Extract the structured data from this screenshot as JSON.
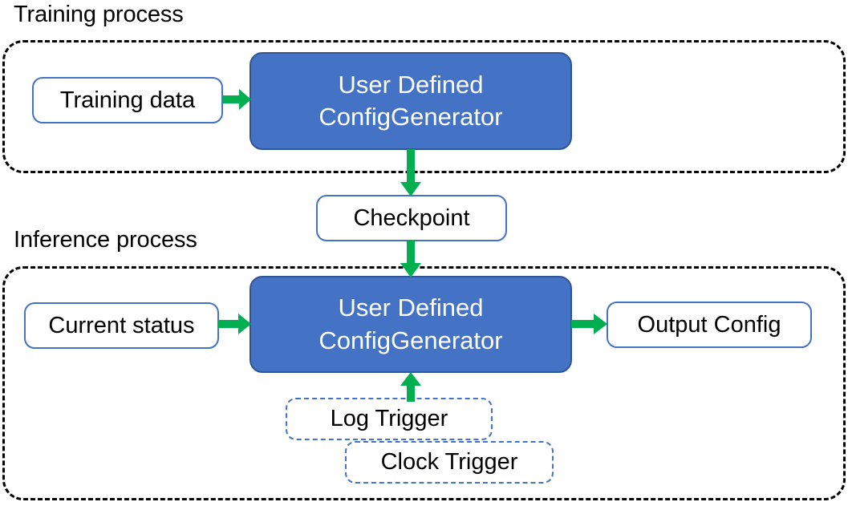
{
  "diagram": {
    "title_training": "Training process",
    "title_inference": "Inference process",
    "colors": {
      "process_fill": "#4472C4",
      "process_border": "#2F5597",
      "node_border": "#4472C4",
      "arrow": "#00B050",
      "group_border": "#000000",
      "text_dark": "#000000",
      "text_light": "#FFFFFF",
      "background": "#FFFFFF"
    }
  },
  "training_process": {
    "caption": "Training process",
    "nodes": {
      "training_data": "Training data",
      "generator": "User Defined\nConfigGenerator"
    }
  },
  "bridge": {
    "checkpoint": "Checkpoint"
  },
  "inference_process": {
    "caption": "Inference process",
    "nodes": {
      "current_status": "Current status",
      "generator": "User Defined\nConfigGenerator",
      "output_config": "Output Config",
      "log_trigger": "Log Trigger",
      "clock_trigger": "Clock Trigger"
    }
  },
  "edges": [
    {
      "from": "Training data",
      "to": "User Defined ConfigGenerator",
      "direction": "right"
    },
    {
      "from": "User Defined ConfigGenerator",
      "to": "Checkpoint",
      "direction": "down"
    },
    {
      "from": "Checkpoint",
      "to": "User Defined ConfigGenerator",
      "direction": "down"
    },
    {
      "from": "Current status",
      "to": "User Defined ConfigGenerator",
      "direction": "right"
    },
    {
      "from": "User Defined ConfigGenerator",
      "to": "Output Config",
      "direction": "right"
    },
    {
      "from": "Log Trigger / Clock Trigger",
      "to": "User Defined ConfigGenerator",
      "direction": "up"
    }
  ]
}
